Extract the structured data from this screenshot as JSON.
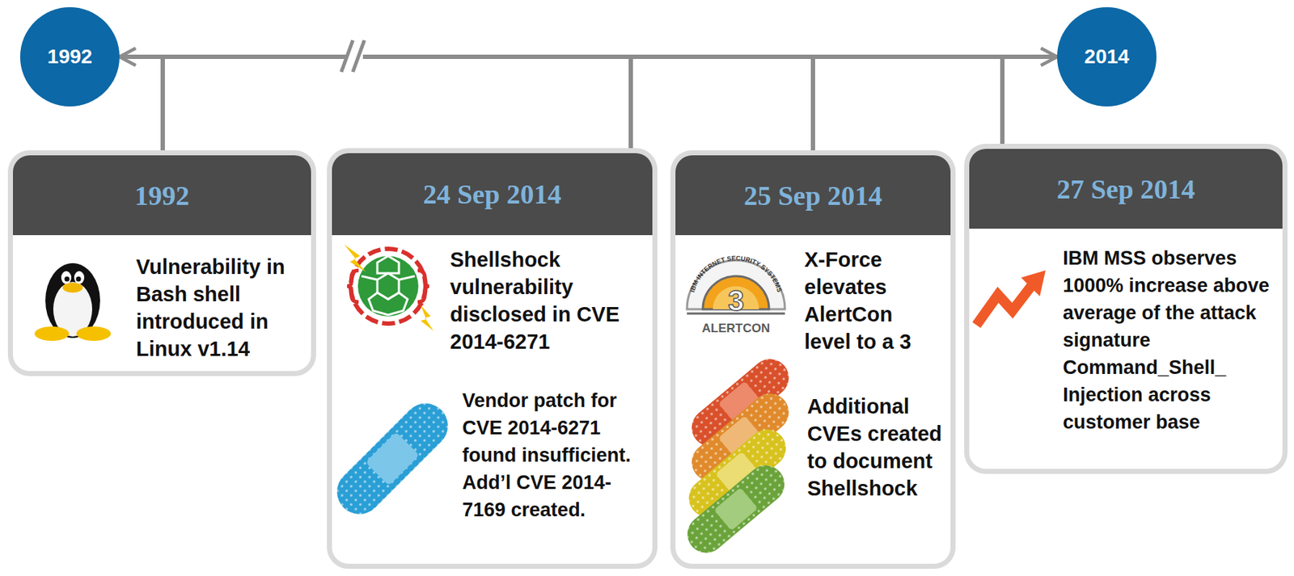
{
  "diagram": {
    "nodes": [
      {
        "text": [
          "1992"
        ]
      },
      {
        "text": [
          "2014"
        ]
      },
      {
        "text": [
          "1992",
          "Vulnerability in Bash shell introduced in Linux v1.14"
        ]
      },
      {
        "text": [
          "24 Sep 2014",
          "Shellshock vulnerability disclosed in CVE 2014-6271",
          "Vendor patch for CVE 2014-6271 found insufficient. Add’l CVE 2014-7169 created."
        ]
      },
      {
        "text": [
          "25 Sep 2014",
          "X-Force elevates AlertCon level to a 3",
          "Additional CVEs created to document Shellshock"
        ]
      },
      {
        "text": [
          "27 Sep 2014",
          "IBM MSS observes 1000% increase above average of the attack signature Command_Shell_ Injection across customer base"
        ]
      }
    ],
    "edges": [
      {
        "from": 0,
        "to": 1,
        "arrow": "both"
      }
    ],
    "labels": [
      "IBM INTERNET SECURITY SYSTEMS",
      "3",
      "ALERTCON"
    ]
  }
}
